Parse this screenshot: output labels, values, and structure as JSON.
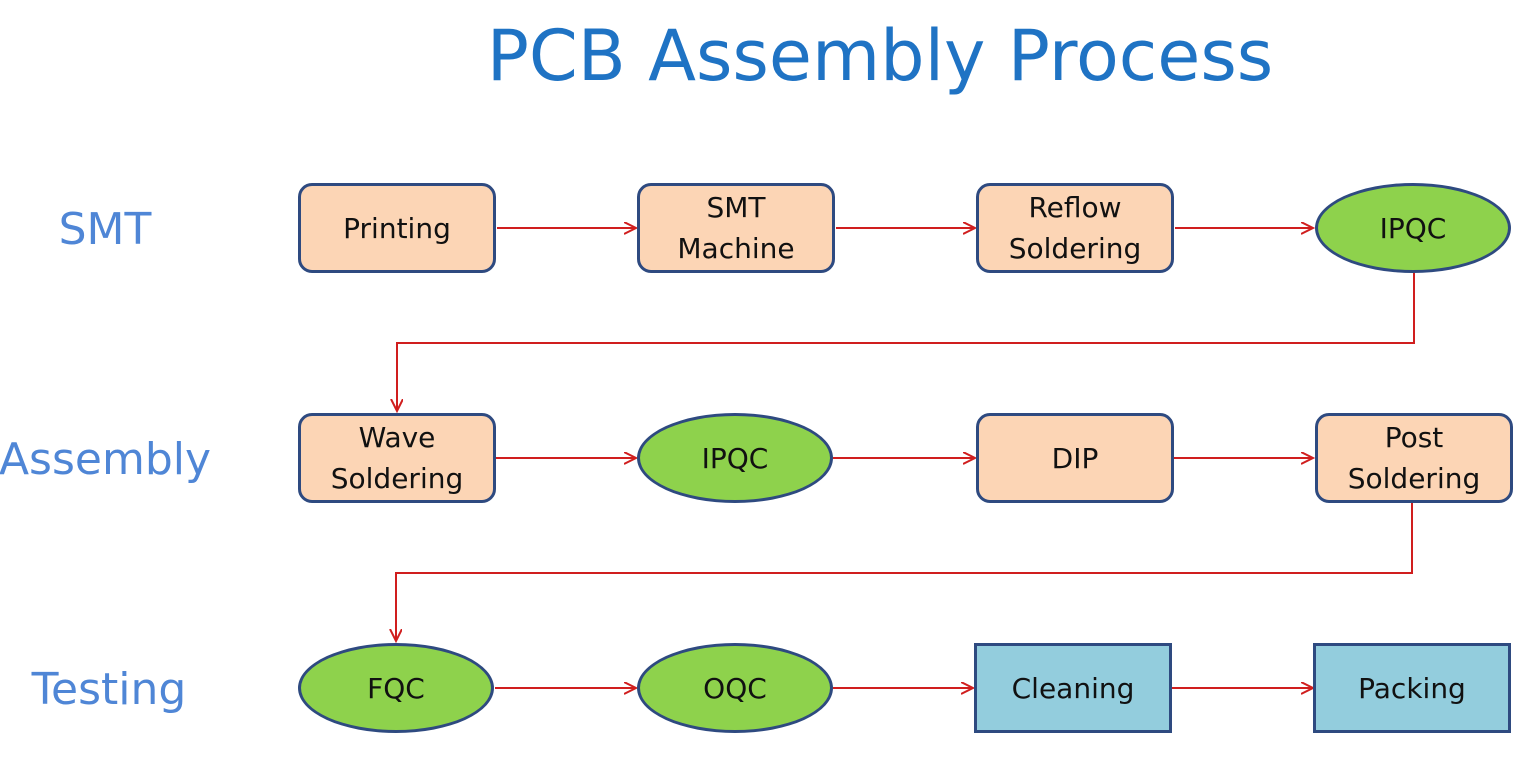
{
  "title": "PCB Assembly Process",
  "rows": [
    {
      "label": "SMT",
      "nodes": [
        {
          "label": "Printing",
          "shape": "rounded-box",
          "color": "#fcd5b5"
        },
        {
          "label": "SMT\nMachine",
          "shape": "rounded-box",
          "color": "#fcd5b5"
        },
        {
          "label": "Reflow\nSoldering",
          "shape": "rounded-box",
          "color": "#fcd5b5"
        },
        {
          "label": "IPQC",
          "shape": "ellipse",
          "color": "#8ed24c"
        }
      ]
    },
    {
      "label": "Assembly",
      "nodes": [
        {
          "label": "Wave\nSoldering",
          "shape": "rounded-box",
          "color": "#fcd5b5"
        },
        {
          "label": "IPQC",
          "shape": "ellipse",
          "color": "#8ed24c"
        },
        {
          "label": "DIP",
          "shape": "rounded-box",
          "color": "#fcd5b5"
        },
        {
          "label": "Post\nSoldering",
          "shape": "rounded-box",
          "color": "#fcd5b5"
        }
      ]
    },
    {
      "label": "Testing",
      "nodes": [
        {
          "label": "FQC",
          "shape": "ellipse",
          "color": "#8ed24c"
        },
        {
          "label": "OQC",
          "shape": "ellipse",
          "color": "#8ed24c"
        },
        {
          "label": "Cleaning",
          "shape": "box",
          "color": "#93cddd"
        },
        {
          "label": "Packing",
          "shape": "box",
          "color": "#93cddd"
        }
      ]
    }
  ],
  "colors": {
    "title": "#1f73c4",
    "row_label": "#4f86d6",
    "border": "#2e4a80",
    "arrow": "#d01e1e"
  }
}
